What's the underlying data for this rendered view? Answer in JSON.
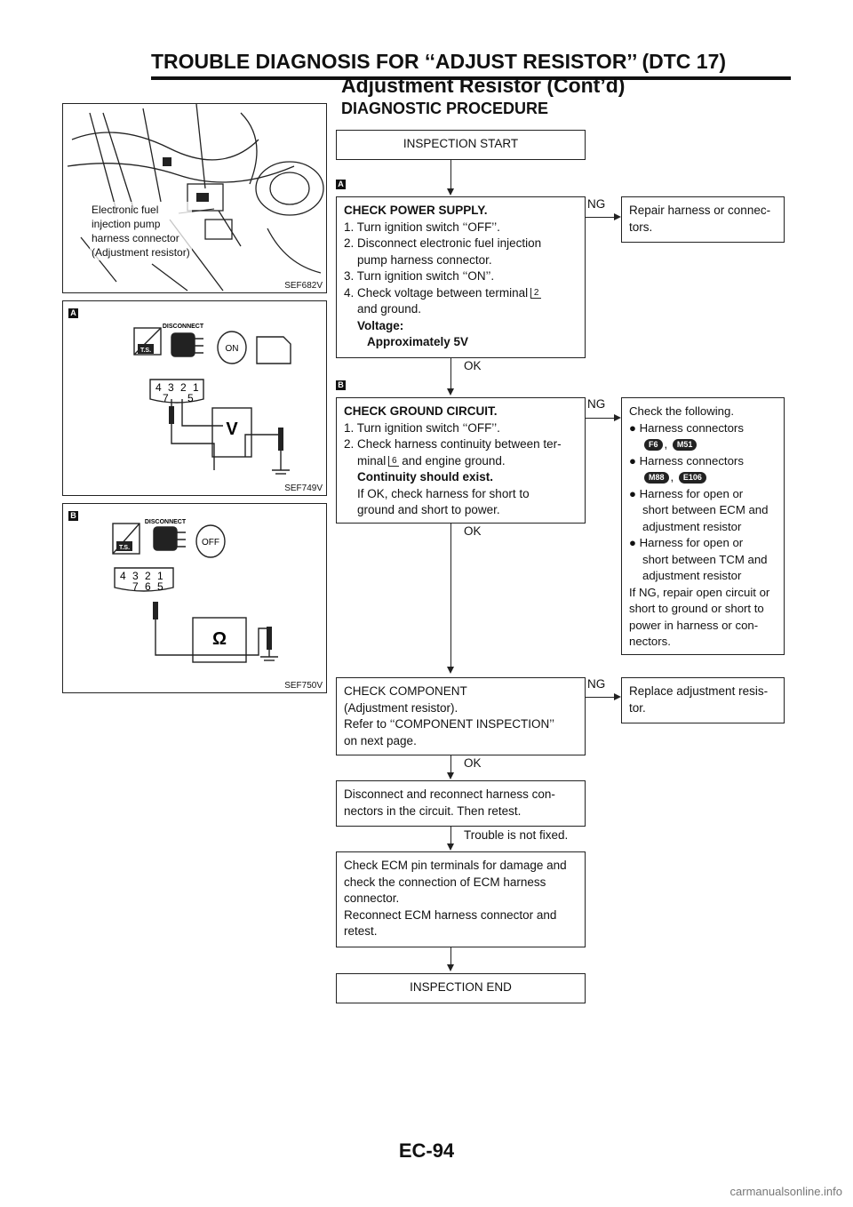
{
  "header": {
    "title": "TROUBLE DIAGNOSIS FOR ‘‘ADJUST RESISTOR’’ (DTC 17)",
    "subtitle": "Adjustment Resistor (Cont’d)"
  },
  "section_title": "DIAGNOSTIC PROCEDURE",
  "figures": {
    "photo": {
      "caption": "SEF682V",
      "label_lines": [
        "Electronic fuel",
        "injection pump",
        "harness connector",
        "(Adjustment resistor)"
      ]
    },
    "fig_a": {
      "marker": "A",
      "caption": "SEF749V",
      "ts": "T.S.",
      "disconnect": "DISCONNECT",
      "key": "ON",
      "pins_top": [
        "4",
        "3",
        "2",
        "1"
      ],
      "pins_bottom": [
        "7",
        "5"
      ],
      "meter": "V"
    },
    "fig_b": {
      "marker": "B",
      "caption": "SEF750V",
      "ts": "T.S.",
      "disconnect": "DISCONNECT",
      "key": "OFF",
      "pins_top": [
        "4",
        "3",
        "2",
        "1"
      ],
      "pins_bottom": [
        "7",
        "6",
        "5"
      ],
      "meter": "Ω"
    }
  },
  "flow": {
    "start": "INSPECTION START",
    "step1": {
      "marker": "A",
      "title": "CHECK POWER SUPPLY.",
      "line1": "1. Turn ignition switch ‘‘OFF’’.",
      "line2a": "2. Disconnect electronic fuel injection",
      "line2b": "pump harness connector.",
      "line3": "3. Turn ignition switch ‘‘ON’’.",
      "line4a": "4. Check voltage between terminal",
      "terminal": "2",
      "line4b": "and ground.",
      "voltage_label": "Voltage:",
      "voltage_value": "Approximately 5V",
      "ok": "OK",
      "ng": "NG",
      "ng_text": "Repair harness or connec-tors."
    },
    "step2": {
      "marker": "B",
      "title": "CHECK GROUND CIRCUIT.",
      "line1": "1. Turn ignition switch ‘‘OFF’’.",
      "line2a": "2. Check harness continuity between ter-",
      "line2b_pre": "minal",
      "terminal": "6",
      "line2b_post": "and engine ground.",
      "continuity": "Continuity should exist.",
      "line3": "If OK, check harness for short to",
      "line4": "ground and short to power.",
      "ok": "OK",
      "ng": "NG",
      "ng_box": {
        "intro": "Check the following.",
        "b1": "Harness connectors",
        "c1": "F6",
        "c2": "M51",
        "b2": "Harness connectors",
        "c3": "M88",
        "c4": "E106",
        "b3a": "Harness for open or",
        "b3b": "short between ECM and",
        "b3c": "adjustment resistor",
        "b4a": "Harness for open or",
        "b4b": "short between TCM and",
        "b4c": "adjustment resistor",
        "t1": "If NG, repair open circuit or",
        "t2": "short to ground or short to",
        "t3": "power in harness or con-",
        "t4": "nectors.",
        "comma": ","
      }
    },
    "step3": {
      "line1": "CHECK COMPONENT",
      "line2": "(Adjustment resistor).",
      "line3": "Refer to ‘‘COMPONENT INSPECTION’’",
      "line4": "on next page.",
      "ok": "OK",
      "ng": "NG",
      "ng_text": "Replace adjustment resis-tor."
    },
    "step4": {
      "line1": "Disconnect and reconnect harness con-",
      "line2": "nectors in the circuit. Then retest.",
      "result": "Trouble is not fixed."
    },
    "step5": {
      "line1": "Check ECM pin terminals for damage and",
      "line2": "check the connection of ECM harness",
      "line3": "connector.",
      "line4": "Reconnect ECM harness connector and",
      "line5": "retest."
    },
    "end": "INSPECTION END"
  },
  "footer": {
    "page": "EC-94"
  },
  "watermark": "carmanualsonline.info"
}
